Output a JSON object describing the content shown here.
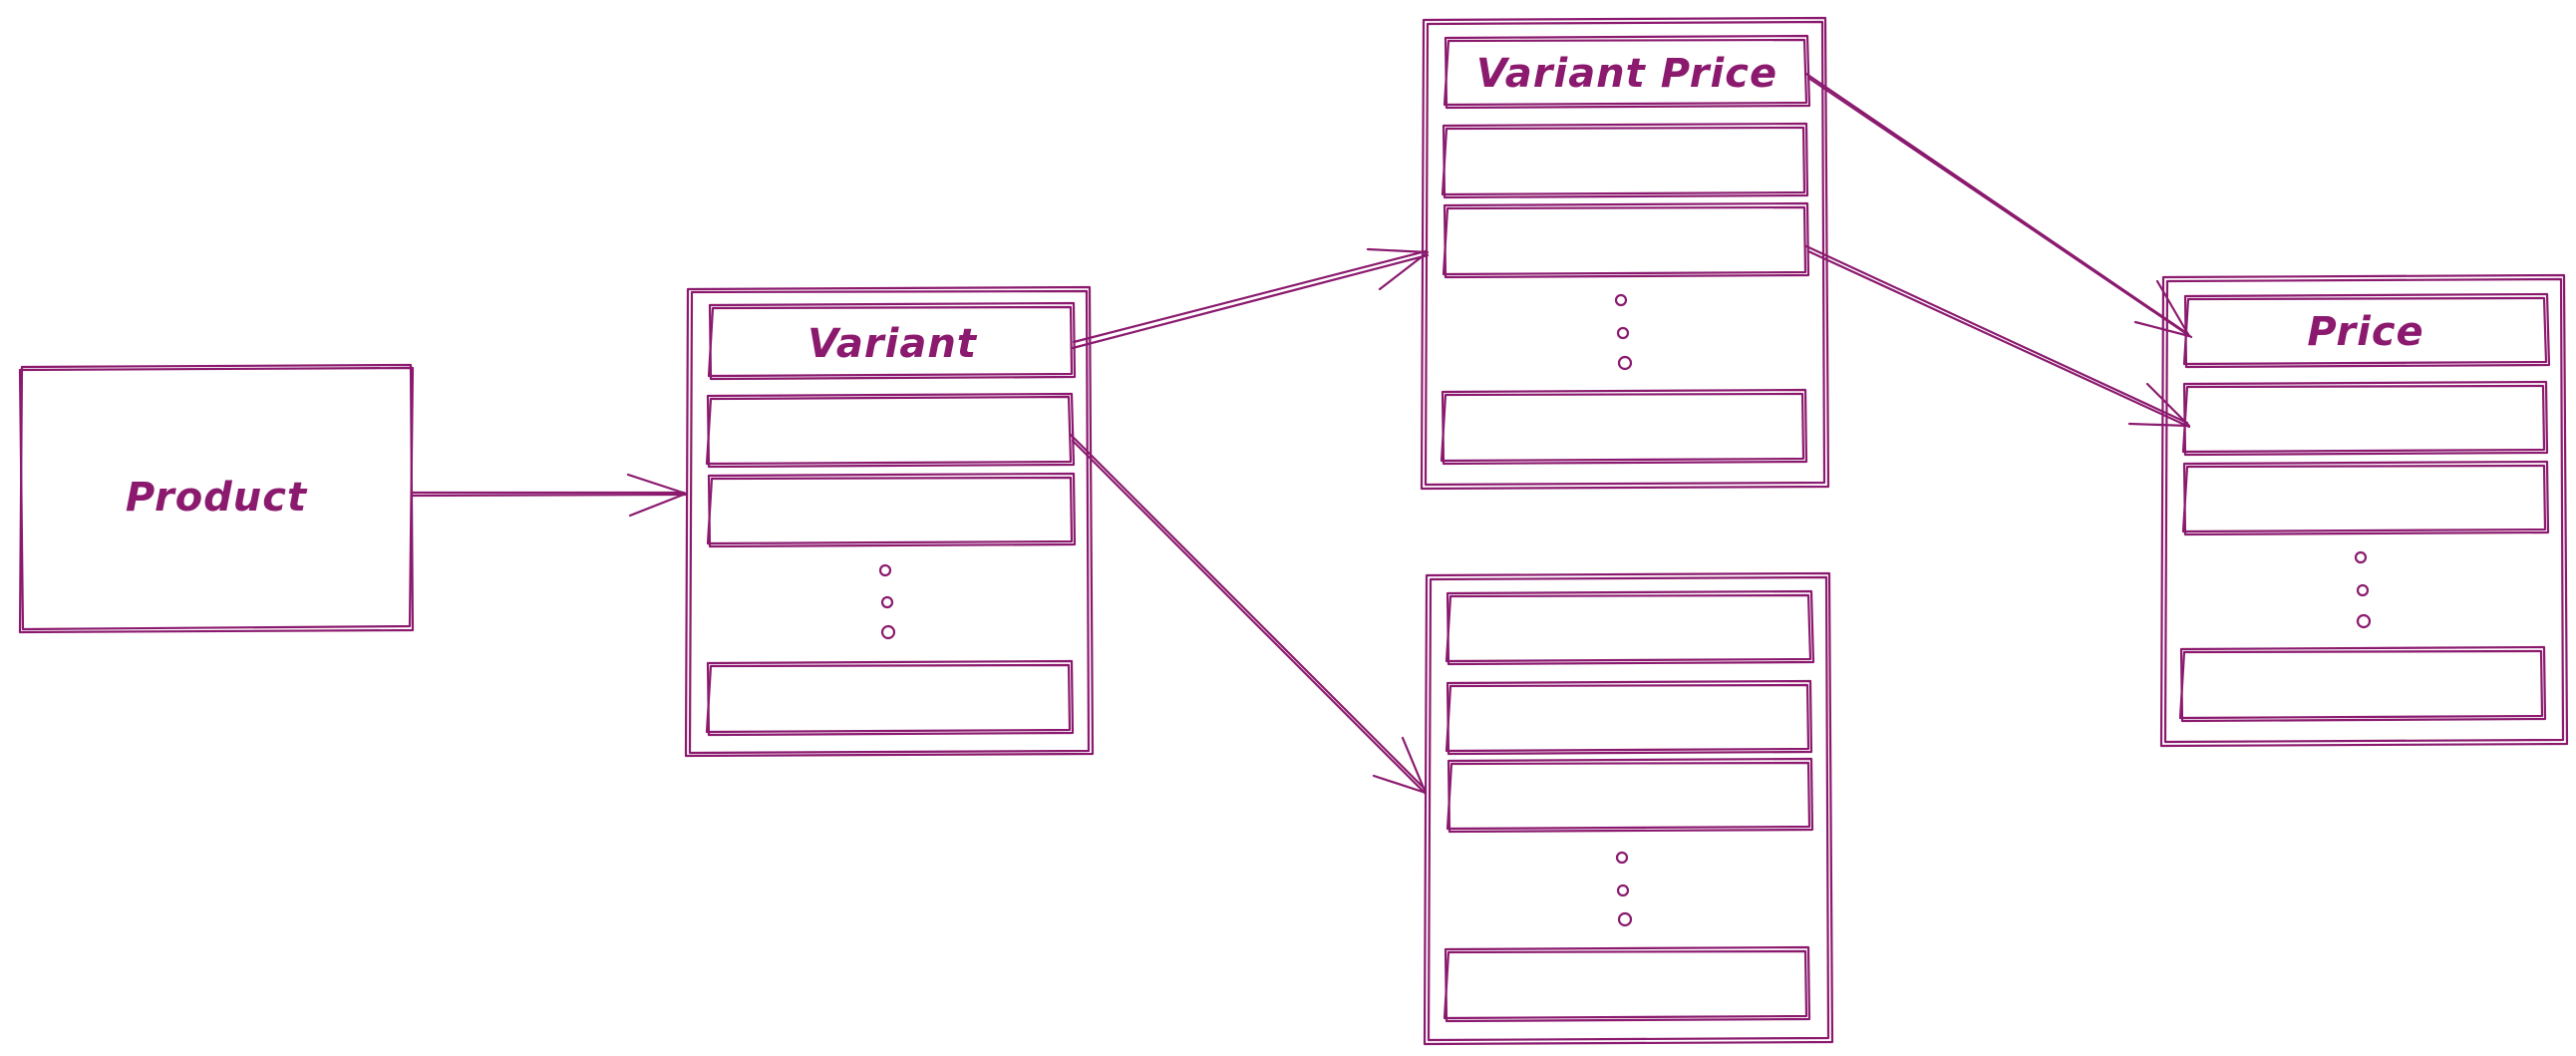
{
  "theme": {
    "stroke_color": "#8b1a6e",
    "background": "#ffffff"
  },
  "nodes": {
    "product": {
      "label": "Product"
    },
    "variant": {
      "label": "Variant"
    },
    "variant_price": {
      "label": "Variant Price"
    },
    "price": {
      "label": "Price"
    },
    "unlabeled_table": {
      "label": ""
    }
  },
  "edges": [
    {
      "from": "product",
      "to": "variant"
    },
    {
      "from": "variant",
      "to": "variant_price"
    },
    {
      "from": "variant",
      "to": "unlabeled_table"
    },
    {
      "from": "variant_price",
      "to": "price"
    },
    {
      "from": "variant_price",
      "to": "price"
    }
  ]
}
